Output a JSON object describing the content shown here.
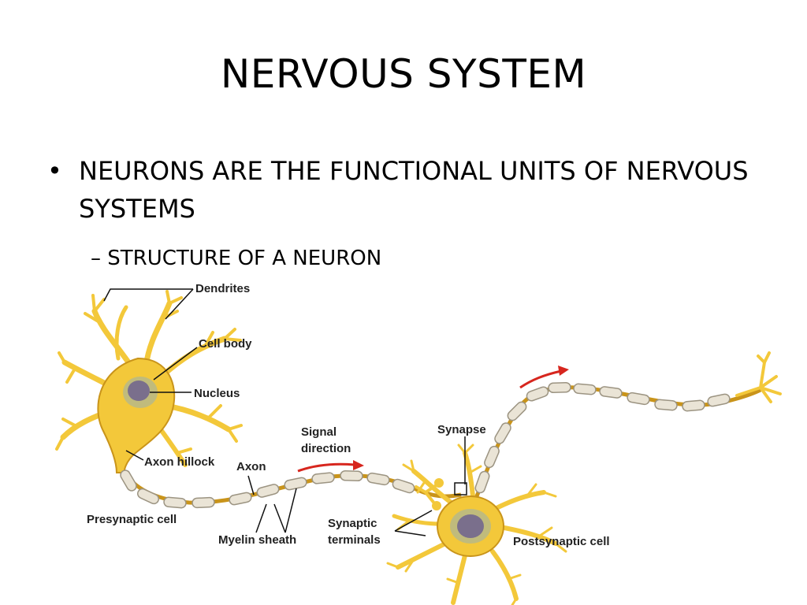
{
  "slide": {
    "title": "NERVOUS SYSTEM",
    "bullet_symbol": "•",
    "bullet": "NEURONS ARE THE FUNCTIONAL UNITS OF NERVOUS SYSTEMS",
    "sub_bullet": "– STRUCTURE OF A NEURON"
  },
  "figure": {
    "labels": {
      "dendrites": "Dendrites",
      "cell_body": "Cell body",
      "nucleus": "Nucleus",
      "axon_hillock": "Axon hillock",
      "axon": "Axon",
      "signal_direction_1": "Signal",
      "signal_direction_2": "direction",
      "synapse": "Synapse",
      "presynaptic_cell": "Presynaptic cell",
      "myelin_sheath": "Myelin sheath",
      "synaptic_terminals_1": "Synaptic",
      "synaptic_terminals_2": "terminals",
      "postsynaptic_cell": "Postsynaptic cell"
    },
    "colors": {
      "cell": "#f3c83a",
      "cell_outline": "#c9941a",
      "myelin": "#eae4d6",
      "myelin_outline": "#9c9482",
      "nucleus": "#7a6f8c",
      "arrow": "#d7261e",
      "leader_line": "#111111"
    }
  }
}
